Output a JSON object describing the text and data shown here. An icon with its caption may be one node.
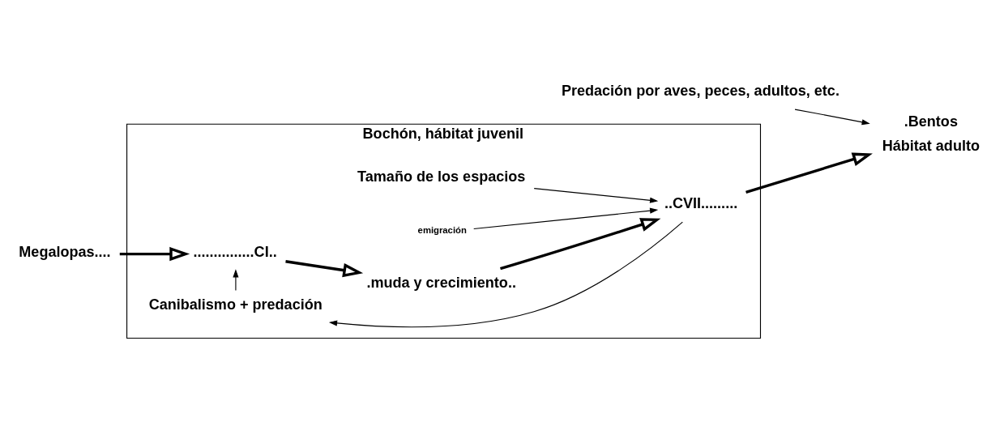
{
  "diagram": {
    "nodes": [
      {
        "text": [
          "Predación por aves, peces, adultos, etc."
        ]
      },
      {
        "text": [
          "Bochón, hábitat juvenil"
        ]
      },
      {
        "text": [
          "Tamaño de los espacios"
        ],
        "in": 1
      },
      {
        "text": [
          "emigración"
        ],
        "in": 1
      },
      {
        "text": [
          "Megalopas...."
        ]
      },
      {
        "text": [
          "...............CI.."
        ],
        "in": 1
      },
      {
        "text": [
          ".muda y crecimiento.."
        ],
        "in": 1
      },
      {
        "text": [
          "..CVII........."
        ],
        "in": 1
      },
      {
        "text": [
          ".Bentos"
        ],
        "beside": [
          "Hábitat adulto"
        ]
      },
      {
        "text": [
          "Canibalismo + predación"
        ],
        "in": 1
      }
    ],
    "edges": [
      {
        "from": 0,
        "to": 8,
        "arrow": "to"
      },
      {
        "from": 2,
        "to": 7,
        "arrow": "to"
      },
      {
        "from": 3,
        "to": 7,
        "arrow": "to"
      },
      {
        "from": 4,
        "to": 5,
        "arrow": "to",
        "style": "thick"
      },
      {
        "from": 5,
        "to": 6,
        "arrow": "to",
        "style": "thick"
      },
      {
        "from": 6,
        "to": 7,
        "arrow": "to",
        "style": "thick"
      },
      {
        "from": 7,
        "to": 8,
        "arrow": "to",
        "style": "thick"
      },
      {
        "from": 7,
        "to": 9,
        "arrow": "to"
      },
      {
        "from": 9,
        "to": 5,
        "arrow": "to"
      }
    ]
  }
}
